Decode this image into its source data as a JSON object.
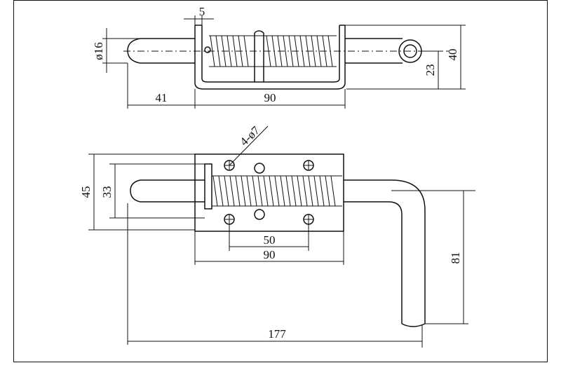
{
  "dimensions": {
    "gap_width": "5",
    "pin_diameter": "ø16",
    "height_total": "40",
    "height_ring": "23",
    "pin_offset": "41",
    "body_length_top": "90",
    "hole_label": "4-ø7",
    "plate_width": "45",
    "plate_inner": "33",
    "hole_spacing": "50",
    "body_length_bottom": "90",
    "handle_drop": "81",
    "overall_length": "177"
  }
}
